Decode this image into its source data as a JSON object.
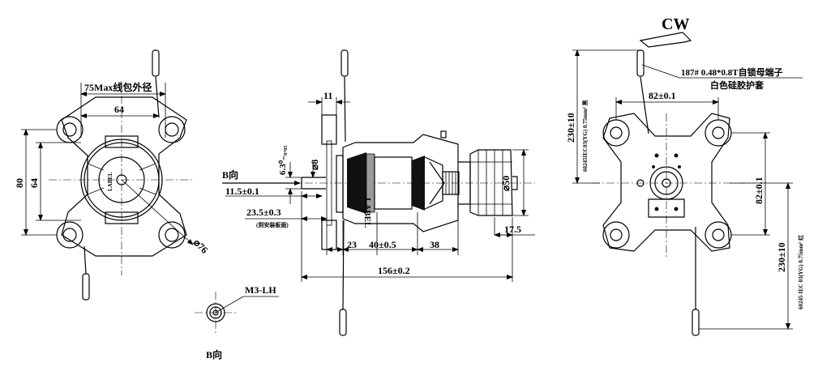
{
  "direction_label": "CW",
  "left_view": {
    "dim_75": "75Max线包外径",
    "dim_64_top": "64",
    "dim_80": "80",
    "dim_64_side": "64",
    "dim_76": "⌀76"
  },
  "middle_view": {
    "dim_11": "11",
    "dim_63": "6.3⁰₋₀.₀₅",
    "dim_8": "⌀8",
    "view_b": "B向",
    "dim_11_5": "11.5±0.1",
    "dim_23_5": "23.5±0.3",
    "dim_23_5_note": "(到安装板面)",
    "dim_23": "23",
    "dim_40": "40±0.5",
    "dim_38": "38",
    "dim_50": "⌀50",
    "dim_17_5": "17.5",
    "dim_156": "156±0.2",
    "label_text": "LABEL"
  },
  "detail_view": {
    "thread": "M3-LH",
    "caption": "B向"
  },
  "right_view": {
    "terminal_note_1": "187# 0.48*0.8T自锁母端子",
    "terminal_note_2": "白色硅胶护套",
    "dim_82_h": "82±0.1",
    "dim_82_v": "82±0.1",
    "dim_230_top": "230±10",
    "wire_top": "60245IEC03(YG) 0.75mm² 黑",
    "dim_230_bottom": "230±10",
    "wire_bottom": "60245 IEC 03(YG) 0.75mm² 红"
  }
}
